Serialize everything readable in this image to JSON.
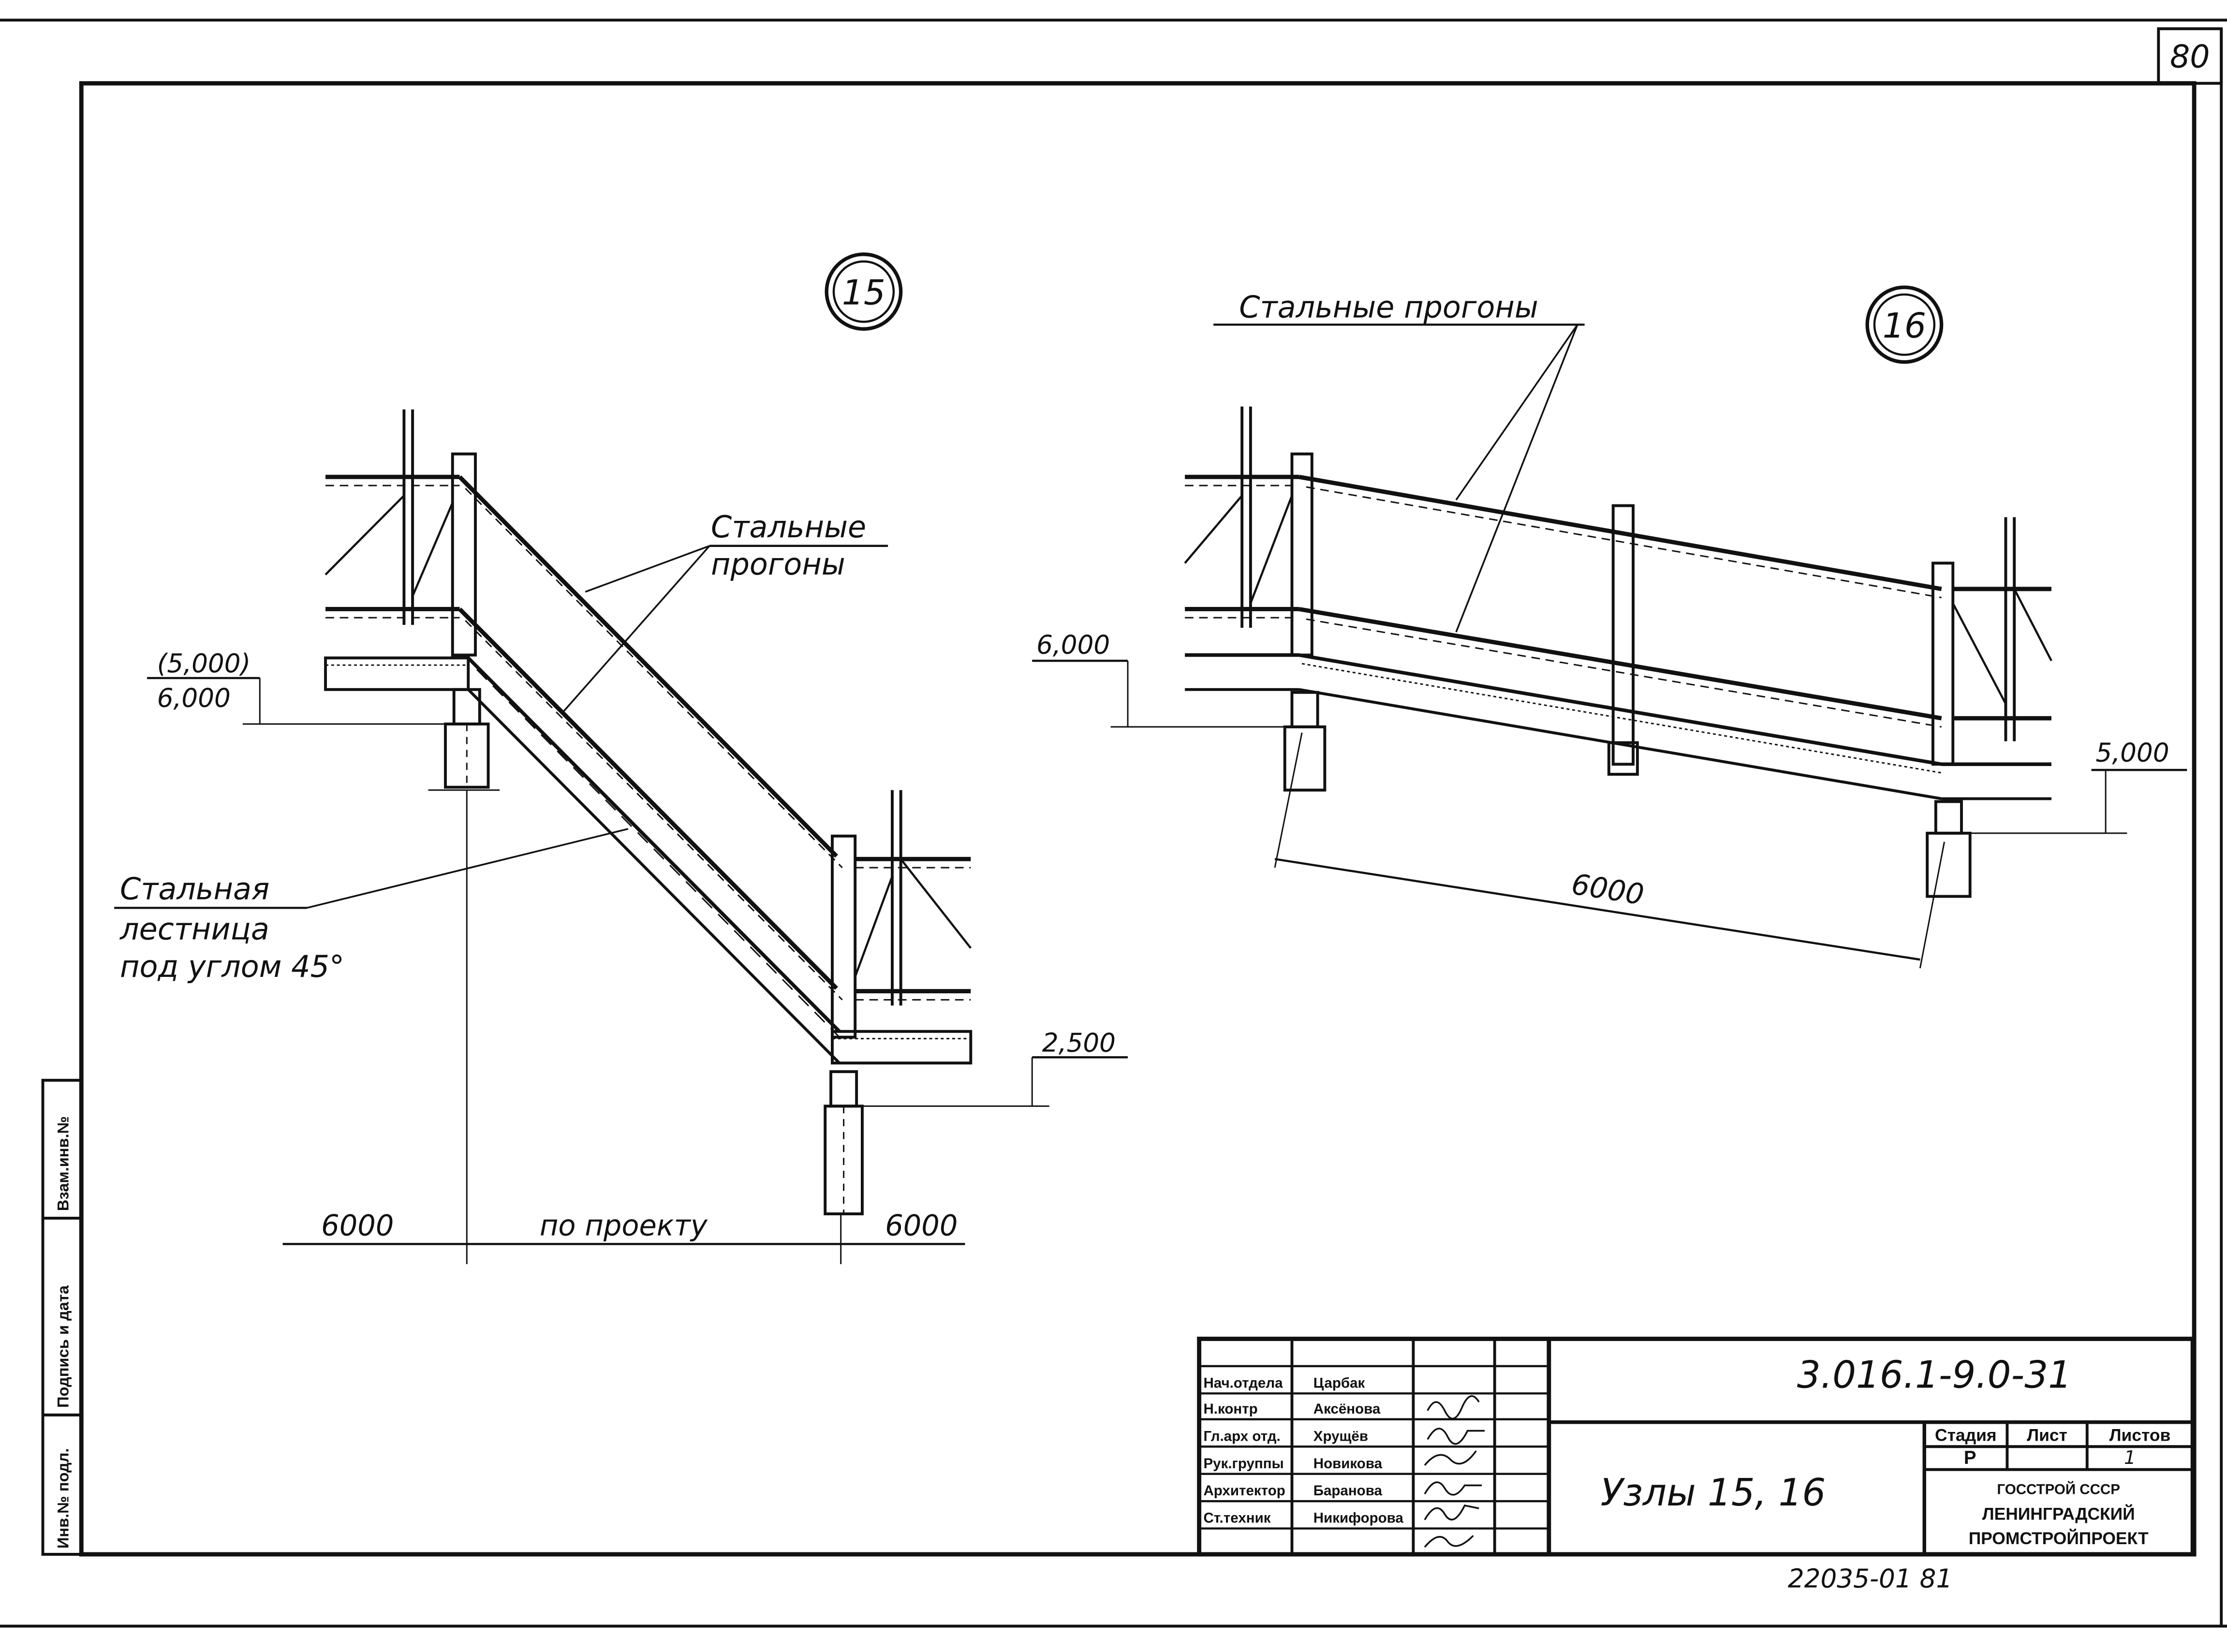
{
  "sheet_number": "80",
  "node_15": {
    "marker": "15",
    "label_purlins": [
      "Стальные",
      "прогоны"
    ],
    "label_stair": [
      "Стальная",
      "лестница",
      "под углом 45°"
    ],
    "level_top": "(5,000)",
    "level_bottom": "6,000",
    "level_low": "2,500",
    "dim_left": "6000",
    "dim_mid": "по проекту",
    "dim_right": "6000"
  },
  "node_16": {
    "marker": "16",
    "label_purlins": "Стальные прогоны",
    "level_left": "6,000",
    "level_right": "5,000",
    "dim_span": "6000"
  },
  "side_stamp": [
    "Инв.№ подл.",
    "Подпись и дата",
    "Взам.инв.№"
  ],
  "title_block": {
    "code": "3.016.1-9.0-31",
    "title": "Узлы 15, 16",
    "signatures": [
      {
        "role": "Нач.отдела",
        "name": "Царбак"
      },
      {
        "role": "Н.контр",
        "name": "Аксёнова"
      },
      {
        "role": "Гл.арх отд.",
        "name": "Хрущёв"
      },
      {
        "role": "Рук.группы",
        "name": "Новикова"
      },
      {
        "role": "Архитектор",
        "name": "Баранова"
      },
      {
        "role": "Ст.техник",
        "name": "Никифорова"
      }
    ],
    "stage_header": "Стадия",
    "sheet_header": "Лист",
    "sheets_header": "Листов",
    "stage_value": "Р",
    "sheet_value": "1",
    "org": [
      "ГОССТРОЙ СССР",
      "ЛЕНИНГРАДСКИЙ",
      "ПРОМСТРОЙПРОЕКТ"
    ]
  },
  "inventory_number": "22035-01 81"
}
